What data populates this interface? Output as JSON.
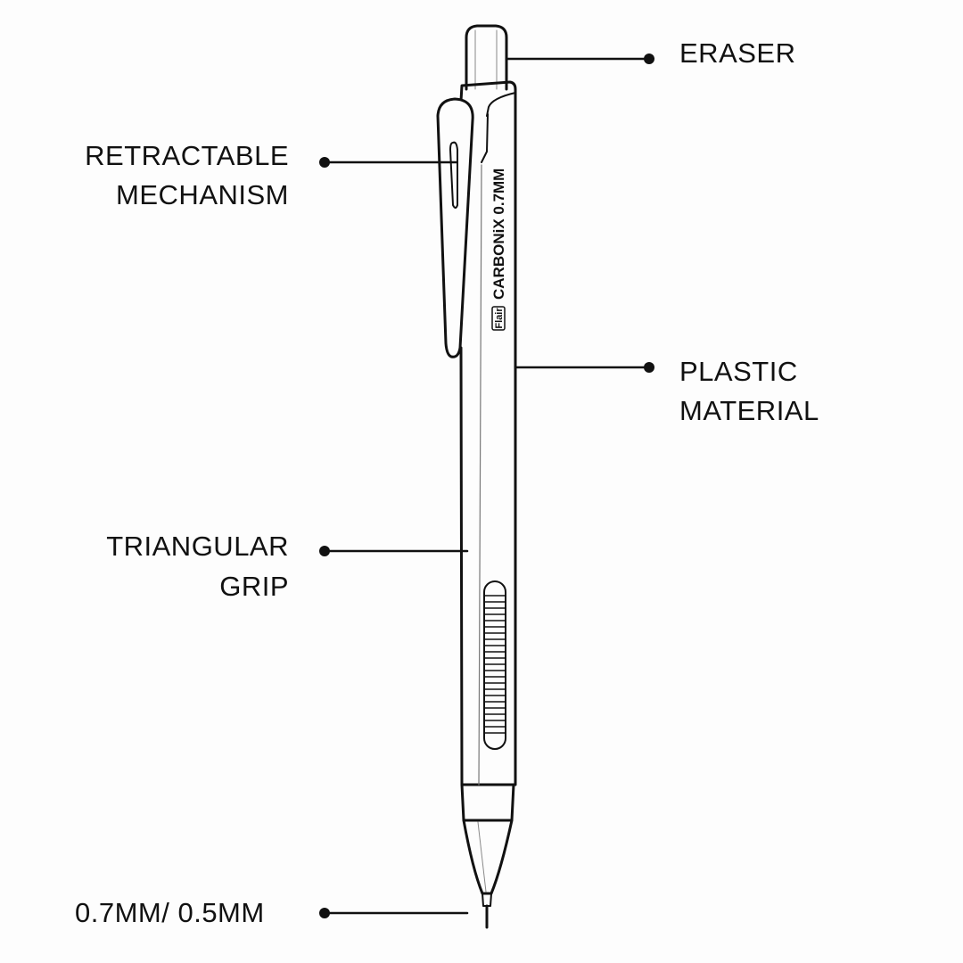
{
  "labels": {
    "eraser": "ERASER",
    "mechanism_line1": "RETRACTABLE",
    "mechanism_line2": "MECHANISM",
    "plastic_line1": "PLASTIC",
    "plastic_line2": "MATERIAL",
    "grip_line1": "TRIANGULAR",
    "grip_line2": "GRIP",
    "lead_size": "0.7MM/ 0.5MM"
  },
  "pencil": {
    "model_text": "CARBONiX 0.7MM",
    "brand_logo": "Flair"
  },
  "colors": {
    "ink": "#111111",
    "background": "#fdfdfd"
  }
}
